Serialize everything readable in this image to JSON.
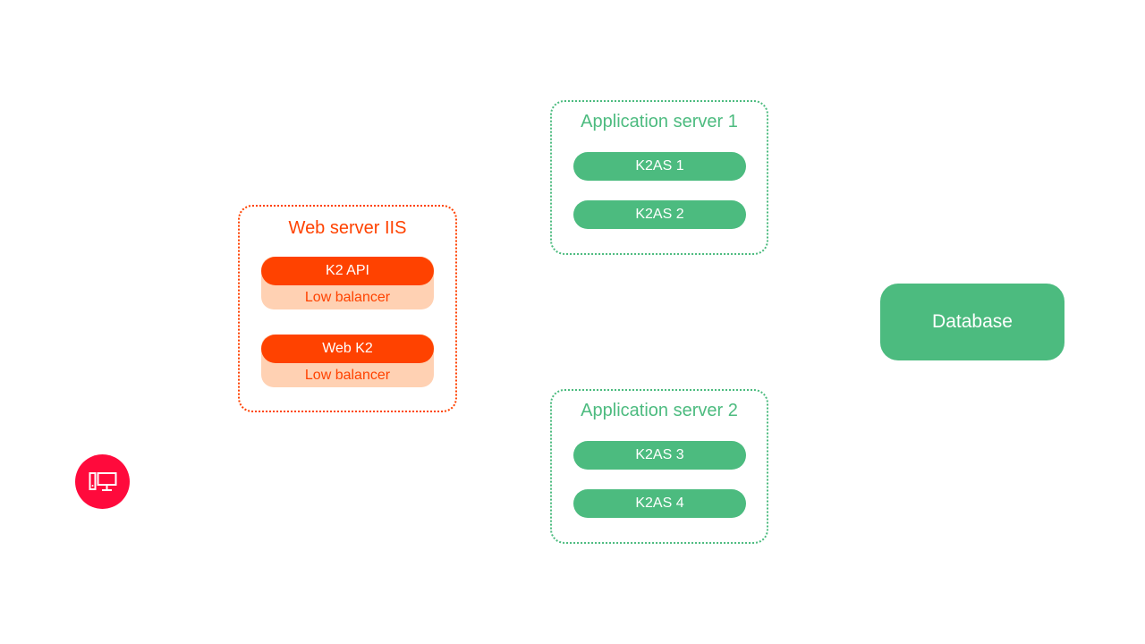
{
  "client": {
    "icon": "desktop-computer-icon",
    "color": "#ff0a3c"
  },
  "web_server": {
    "title": "Web server IIS",
    "color": "#ff4200",
    "fill_light": "#ffd1b3",
    "stacks": [
      {
        "label": "K2 API",
        "sublabel": "Low balancer"
      },
      {
        "label": "Web K2",
        "sublabel": "Low balancer"
      }
    ]
  },
  "app_servers": [
    {
      "title": "Application server 1",
      "items": [
        "K2AS 1",
        "K2AS 2"
      ]
    },
    {
      "title": "Application server 2",
      "items": [
        "K2AS 3",
        "K2AS 4"
      ]
    }
  ],
  "app_color": "#4cbb7f",
  "database": {
    "label": "Database",
    "color": "#4cbb7f"
  }
}
